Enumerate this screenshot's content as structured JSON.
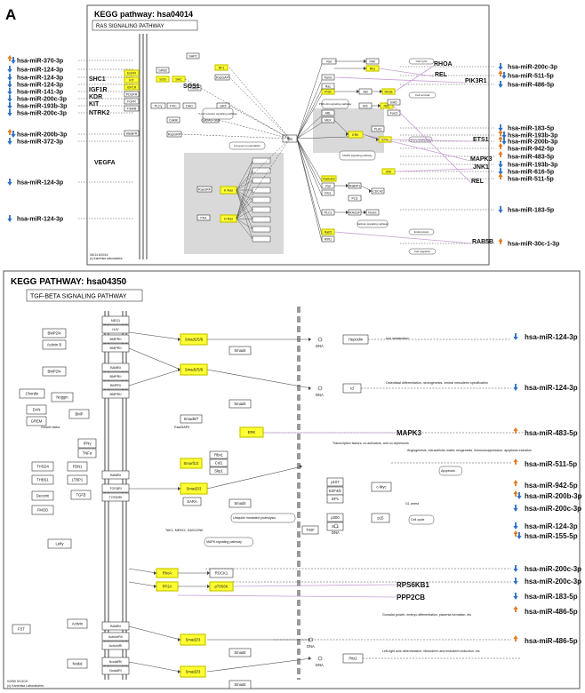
{
  "figure_letter": "A",
  "colors": {
    "highlight_fill": "#ffff33",
    "highlight_stroke": "#c8c800",
    "box_stroke": "#333333",
    "panel_stroke": "#555555",
    "up_arrow": "#e07a20",
    "down_arrow": "#2a6fc9",
    "mirna_link": "#c9a0d8",
    "grey_region": "#d9d9d9"
  },
  "panel1": {
    "title": "KEGG pathway: hsa04014",
    "subtitle": "RAS SIGNALING PATHWAY",
    "footer": "04014 6/10/16\n(c) Kanehisa Laboratories",
    "boxes": [
      {
        "id": "egfr",
        "label": "EGFR",
        "hl": true
      },
      {
        "id": "kit",
        "label": "KIT",
        "hl": true
      },
      {
        "id": "igf1r",
        "label": "IGF1R",
        "hl": true
      },
      {
        "id": "grb2",
        "label": "GRB2",
        "hl": false
      },
      {
        "id": "sos",
        "label": "SOS",
        "hl": true
      },
      {
        "id": "shc",
        "label": "SHC",
        "hl": true
      },
      {
        "id": "nf1",
        "label": "NF1",
        "hl": true
      },
      {
        "id": "rasgap",
        "label": "RasGAP",
        "hl": false
      },
      {
        "id": "ptpn11",
        "label": "SHP2",
        "hl": false
      },
      {
        "id": "pkc",
        "label": "PKC",
        "hl": false
      },
      {
        "id": "plcg",
        "label": "PLCγ",
        "hl": false
      },
      {
        "id": "dag",
        "label": "DAG",
        "hl": false
      },
      {
        "id": "grf",
        "label": "GRF",
        "hl": false
      },
      {
        "id": "camk",
        "label": "CaMK",
        "hl": false
      },
      {
        "id": "calras",
        "label": "CalDAG-GEF",
        "hl": false
      },
      {
        "id": "rasgrp",
        "label": "RasGRP",
        "hl": false
      },
      {
        "id": "ras",
        "label": "Ras",
        "hl": false
      },
      {
        "id": "raf",
        "label": "Raf",
        "hl": false
      },
      {
        "id": "mek",
        "label": "MEK",
        "hl": false
      },
      {
        "id": "erk",
        "label": "ERK",
        "hl": true
      },
      {
        "id": "pi3k",
        "label": "PI3K",
        "hl": true
      },
      {
        "id": "akt",
        "label": "Akt",
        "hl": false
      },
      {
        "id": "rac",
        "label": "Rac",
        "hl": false
      },
      {
        "id": "pak",
        "label": "PAK",
        "hl": false
      },
      {
        "id": "rho",
        "label": "Rho",
        "hl": true
      },
      {
        "id": "ral",
        "label": "Ral",
        "hl": false
      },
      {
        "id": "ralgds",
        "label": "RalGDS",
        "hl": true
      },
      {
        "id": "pld",
        "label": "PLD",
        "hl": false
      },
      {
        "id": "rab5",
        "label": "Rab5",
        "hl": true
      },
      {
        "id": "rin1",
        "label": "RIN1",
        "hl": false
      },
      {
        "id": "abl",
        "label": "ABL",
        "hl": false
      },
      {
        "id": "tiam",
        "label": "Tiam1",
        "hl": false
      },
      {
        "id": "ikk",
        "label": "IKK",
        "hl": false
      },
      {
        "id": "nfkb",
        "label": "NFκB",
        "hl": true
      },
      {
        "id": "jnk",
        "label": "JNK",
        "hl": true
      },
      {
        "id": "rel",
        "label": "REL",
        "hl": true
      },
      {
        "id": "ets",
        "label": "ETS",
        "hl": true
      },
      {
        "id": "bad",
        "label": "BAD",
        "hl": false
      },
      {
        "id": "foxo",
        "label": "FoxO",
        "hl": false
      },
      {
        "id": "plce",
        "label": "PLCε",
        "hl": false
      },
      {
        "id": "rassf",
        "label": "RASSF",
        "hl": false
      },
      {
        "id": "nore1",
        "label": "Nore1",
        "hl": false
      },
      {
        "id": "pla2",
        "label": "PLA2",
        "hl": false
      },
      {
        "id": "cdc42",
        "label": "CDC42",
        "hl": false
      },
      {
        "id": "ralbp",
        "label": "RalBP1",
        "hl": false
      },
      {
        "id": "rgl",
        "label": "RGL",
        "hl": false
      },
      {
        "id": "kras",
        "label": "K-Ras",
        "hl": true
      },
      {
        "id": "hras",
        "label": "H-Ras",
        "hl": true
      },
      {
        "id": "rasgrf",
        "label": "RasGRF",
        "hl": false
      },
      {
        "id": "pkca",
        "label": "PKA",
        "hl": false
      },
      {
        "id": "gab1",
        "label": "GAB1",
        "hl": false
      },
      {
        "id": "pdgfr",
        "label": "PDGFR",
        "hl": false
      },
      {
        "id": "fgfr",
        "label": "FGFR",
        "hl": false
      },
      {
        "id": "ngfr",
        "label": "TrkA/B",
        "hl": false
      },
      {
        "id": "vegfr",
        "label": "VEGFR",
        "hl": false
      }
    ],
    "notes": [
      {
        "id": "n1",
        "label": "Long-term potentiation"
      },
      {
        "id": "n2",
        "label": "T-cell receptor signaling pathway"
      },
      {
        "id": "n3",
        "label": "MAPK signaling pathway"
      },
      {
        "id": "n4",
        "label": "PI3K-Akt signaling pathway"
      },
      {
        "id": "n5",
        "label": "Calcium signaling pathway"
      },
      {
        "id": "n6",
        "label": "Cell cycle"
      },
      {
        "id": "n7",
        "label": "Gene expression"
      },
      {
        "id": "n8",
        "label": "Cell survival"
      },
      {
        "id": "n9",
        "label": "Endocytosis"
      },
      {
        "id": "n10",
        "label": "Cell migration"
      }
    ],
    "gene_labels": [
      "SHC1",
      "IGF1R",
      "KDR",
      "KIT",
      "NTRK2",
      "SOS1",
      "VEGFA",
      "RHOA",
      "REL",
      "PIK3R1",
      "ETS1",
      "MAPK3",
      "JNK1",
      "REL",
      "RAB5B"
    ],
    "mirna_left": [
      {
        "label": "hsa-miR-370-3p",
        "dir": "both"
      },
      {
        "label": "hsa-miR-124-3p",
        "dir": "down"
      },
      {
        "label": "hsa-miR-124-3p",
        "dir": "down"
      },
      {
        "label": "hsa-miR-124-3p",
        "dir": "down"
      },
      {
        "label": "hsa-miR-141-3p",
        "dir": "down"
      },
      {
        "label": "hsa-miR-200c-3p",
        "dir": "down"
      },
      {
        "label": "hsa-miR-193b-3p",
        "dir": "down"
      },
      {
        "label": "hsa-miR-200c-3p",
        "dir": "down"
      },
      {
        "label": "hsa-miR-200b-3p",
        "dir": "both"
      },
      {
        "label": "hsa-miR-372-3p",
        "dir": "down"
      },
      {
        "label": "hsa-miR-124-3p",
        "dir": "down"
      },
      {
        "label": "hsa-miR-124-3p",
        "dir": "down"
      }
    ],
    "mirna_right": [
      {
        "label": "hsa-miR-200c-3p",
        "dir": "down"
      },
      {
        "label": "hsa-miR-511-5p",
        "dir": "both"
      },
      {
        "label": "hsa-miR-486-5p",
        "dir": "down"
      },
      {
        "label": "hsa-miR-183-5p",
        "dir": "down"
      },
      {
        "label": "hsa-miR-193b-3p",
        "dir": "both"
      },
      {
        "label": "hsa-miR-200b-3p",
        "dir": "both"
      },
      {
        "label": "hsa-miR-942-5p",
        "dir": "up"
      },
      {
        "label": "hsa-miR-483-5p",
        "dir": "up"
      },
      {
        "label": "hsa-miR-193b-3p",
        "dir": "down"
      },
      {
        "label": "hsa-miR-616-5p",
        "dir": "down"
      },
      {
        "label": "hsa-miR-511-5p",
        "dir": "up"
      },
      {
        "label": "hsa-miR-183-5p",
        "dir": "down"
      },
      {
        "label": "hsa-miR-30c-1-3p",
        "dir": "up"
      }
    ]
  },
  "panel2": {
    "title": "KEGG PATHWAY: hsa04350",
    "subtitle": "TGF-BETA SIGNALING PATHWAY",
    "footer": "04350 5/13/19\n(c) Kanehisa Laboratories",
    "left_boxes": [
      "BMP2/4",
      "Activin B",
      "BMP2/4",
      "Chordin",
      "Noggin",
      "DAN",
      "GREM",
      "BMP",
      "IFNγ",
      "TNFα",
      "THSD4",
      "FBN1",
      "THBS1",
      "LTBP1",
      "Decorin",
      "FMOD",
      "TGFβ",
      "Lefty",
      "Activin",
      "FST",
      "Nodal"
    ],
    "receptor_boxes": [
      "NEO1",
      "HJV",
      "BMPRII",
      "BMPRII",
      "BAMBI",
      "BMPRII",
      "BMPRI",
      "BMPRII",
      "BAMBI",
      "TGFβRI",
      "TGFβRII",
      "BAMBI",
      "ActivinRII",
      "ActivinRI",
      "NodalRII",
      "NodalRI"
    ],
    "smad_boxes": [
      {
        "label": "Smad1/5/8",
        "hl": true
      },
      {
        "label": "Smad4",
        "hl": false
      },
      {
        "label": "Smad1/5/8",
        "hl": true
      },
      {
        "label": "Smad4",
        "hl": false
      },
      {
        "label": "Smad6/7",
        "hl": false
      },
      {
        "label": "ERK",
        "hl": true
      },
      {
        "label": "Smurf1/2",
        "hl": true
      },
      {
        "label": "Rbx1",
        "hl": false
      },
      {
        "label": "Cul1",
        "hl": false
      },
      {
        "label": "Skp1",
        "hl": false
      },
      {
        "label": "Smad2/3",
        "hl": true
      },
      {
        "label": "SARA",
        "hl": false
      },
      {
        "label": "Smad4",
        "hl": false
      },
      {
        "label": "RhoA",
        "hl": true
      },
      {
        "label": "ROCK1",
        "hl": false
      },
      {
        "label": "PP2A",
        "hl": true
      },
      {
        "label": "p70S6K",
        "hl": true
      },
      {
        "label": "Smad2/3",
        "hl": true
      },
      {
        "label": "Smad4",
        "hl": false
      },
      {
        "label": "Smad2/3",
        "hl": true
      },
      {
        "label": "Smad4",
        "hl": false
      }
    ],
    "nuclear_boxes": [
      "Hepcidin",
      "Id",
      "p107",
      "E2F4/5",
      "DP1",
      "c-Myc",
      "p300",
      "SP1",
      "TGIF",
      "p15",
      "Pitx2"
    ],
    "notes": [
      {
        "label": "Iron metabolism"
      },
      {
        "label": "Osteoblast differentiation, neurogenesis, ventral mesoderm specification"
      },
      {
        "label": "Angiogenesis, extracellular matrix neogenesis, immunosuppression, apoptosis induction"
      },
      {
        "label": "Transcription factors, co-activators, and co-repressors"
      },
      {
        "label": "Apoptosis"
      },
      {
        "label": "G1 arrest"
      },
      {
        "label": "Cell cycle"
      },
      {
        "label": "Ubiquitin mediated proteolysis"
      },
      {
        "label": "MAPK signaling pathway"
      },
      {
        "label": "Gonadal growth, embryo differentiation, placenta formation, etc"
      },
      {
        "label": "Left-right axis determination, Mesoderm and endoderm induction, etc"
      },
      {
        "label": "Ras/MAPK"
      },
      {
        "label": "Growth factor"
      },
      {
        "label": "TAK1, MEKK1, DAXX/JNK"
      }
    ],
    "gene_labels": [
      "MAPK3",
      "RPS6KB1",
      "PPP2CB"
    ],
    "mirna_right": [
      {
        "label": "hsa-miR-124-3p",
        "dir": "down"
      },
      {
        "label": "hsa-miR-124-3p",
        "dir": "down"
      },
      {
        "label": "hsa-miR-483-5p",
        "dir": "up"
      },
      {
        "label": "hsa-miR-511-5p",
        "dir": "up"
      },
      {
        "label": "hsa-miR-942-5p",
        "dir": "up"
      },
      {
        "label": "hsa-miR-200b-3p",
        "dir": "both"
      },
      {
        "label": "hsa-miR-200c-3p",
        "dir": "down"
      },
      {
        "label": "hsa-miR-124-3p",
        "dir": "down"
      },
      {
        "label": "hsa-miR-155-5p",
        "dir": "both"
      },
      {
        "label": "hsa-miR-200c-3p",
        "dir": "down"
      },
      {
        "label": "hsa-miR-200c-3p",
        "dir": "down"
      },
      {
        "label": "hsa-miR-183-5p",
        "dir": "down"
      },
      {
        "label": "hsa-miR-486-5p",
        "dir": "up"
      },
      {
        "label": "hsa-miR-486-5p",
        "dir": "up"
      }
    ]
  }
}
